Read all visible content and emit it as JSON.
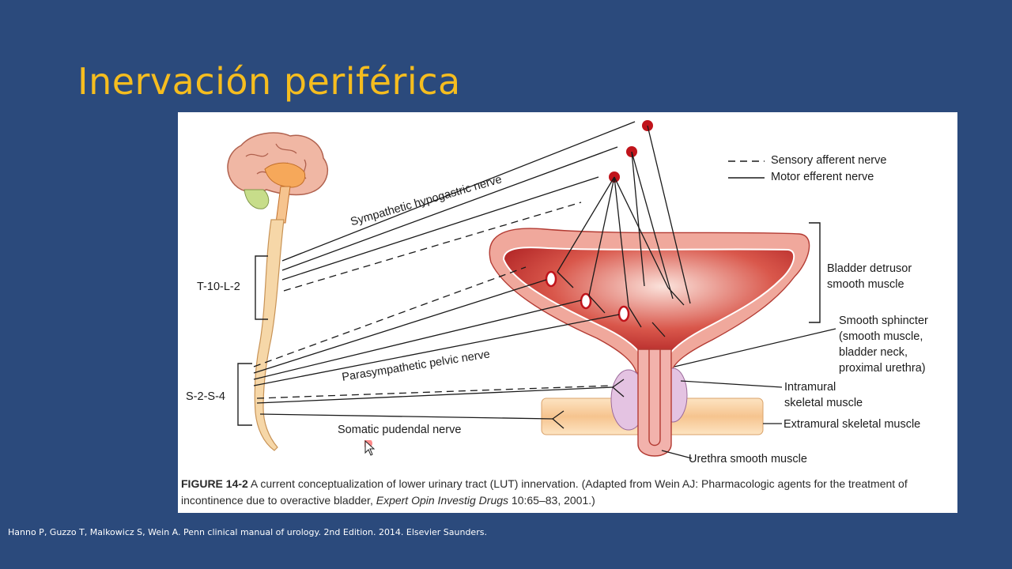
{
  "slide": {
    "title": "Inervación periférica",
    "reference": "Hanno  P, Guzzo T, Malkowicz S, Wein A. Penn clinical manual of urology. 2nd Edition. 2014. Elsevier Saunders."
  },
  "figure": {
    "legend": {
      "sensory": "Sensory afferent nerve",
      "motor": "Motor efferent nerve"
    },
    "labels": {
      "sympathetic": "Sympathetic hypogastric nerve",
      "parasympathetic": "Parasympathetic pelvic nerve",
      "somatic": "Somatic pudendal nerve",
      "t10l2": "T-10-L-2",
      "s2s4": "S-2-S-4",
      "detrusor_1": "Bladder detrusor",
      "detrusor_2": "smooth muscle",
      "sphincter_1": "Smooth sphincter",
      "sphincter_2": "(smooth muscle,",
      "sphincter_3": "bladder neck,",
      "sphincter_4": "proximal urethra)",
      "intramural_1": "Intramural",
      "intramural_2": "skeletal muscle",
      "extramural": "Extramural skeletal muscle",
      "urethra": "Urethra smooth muscle"
    },
    "caption": {
      "number": "FIGURE 14-2",
      "text": " A current conceptualization of lower urinary tract (LUT) innervation. (Adapted from Wein AJ: Pharmacologic agents for the treatment of incontinence due to overactive bladder, ",
      "journal": "Expert Opin Investig Drugs",
      "citation": " 10:65–83, 2001.)"
    }
  }
}
